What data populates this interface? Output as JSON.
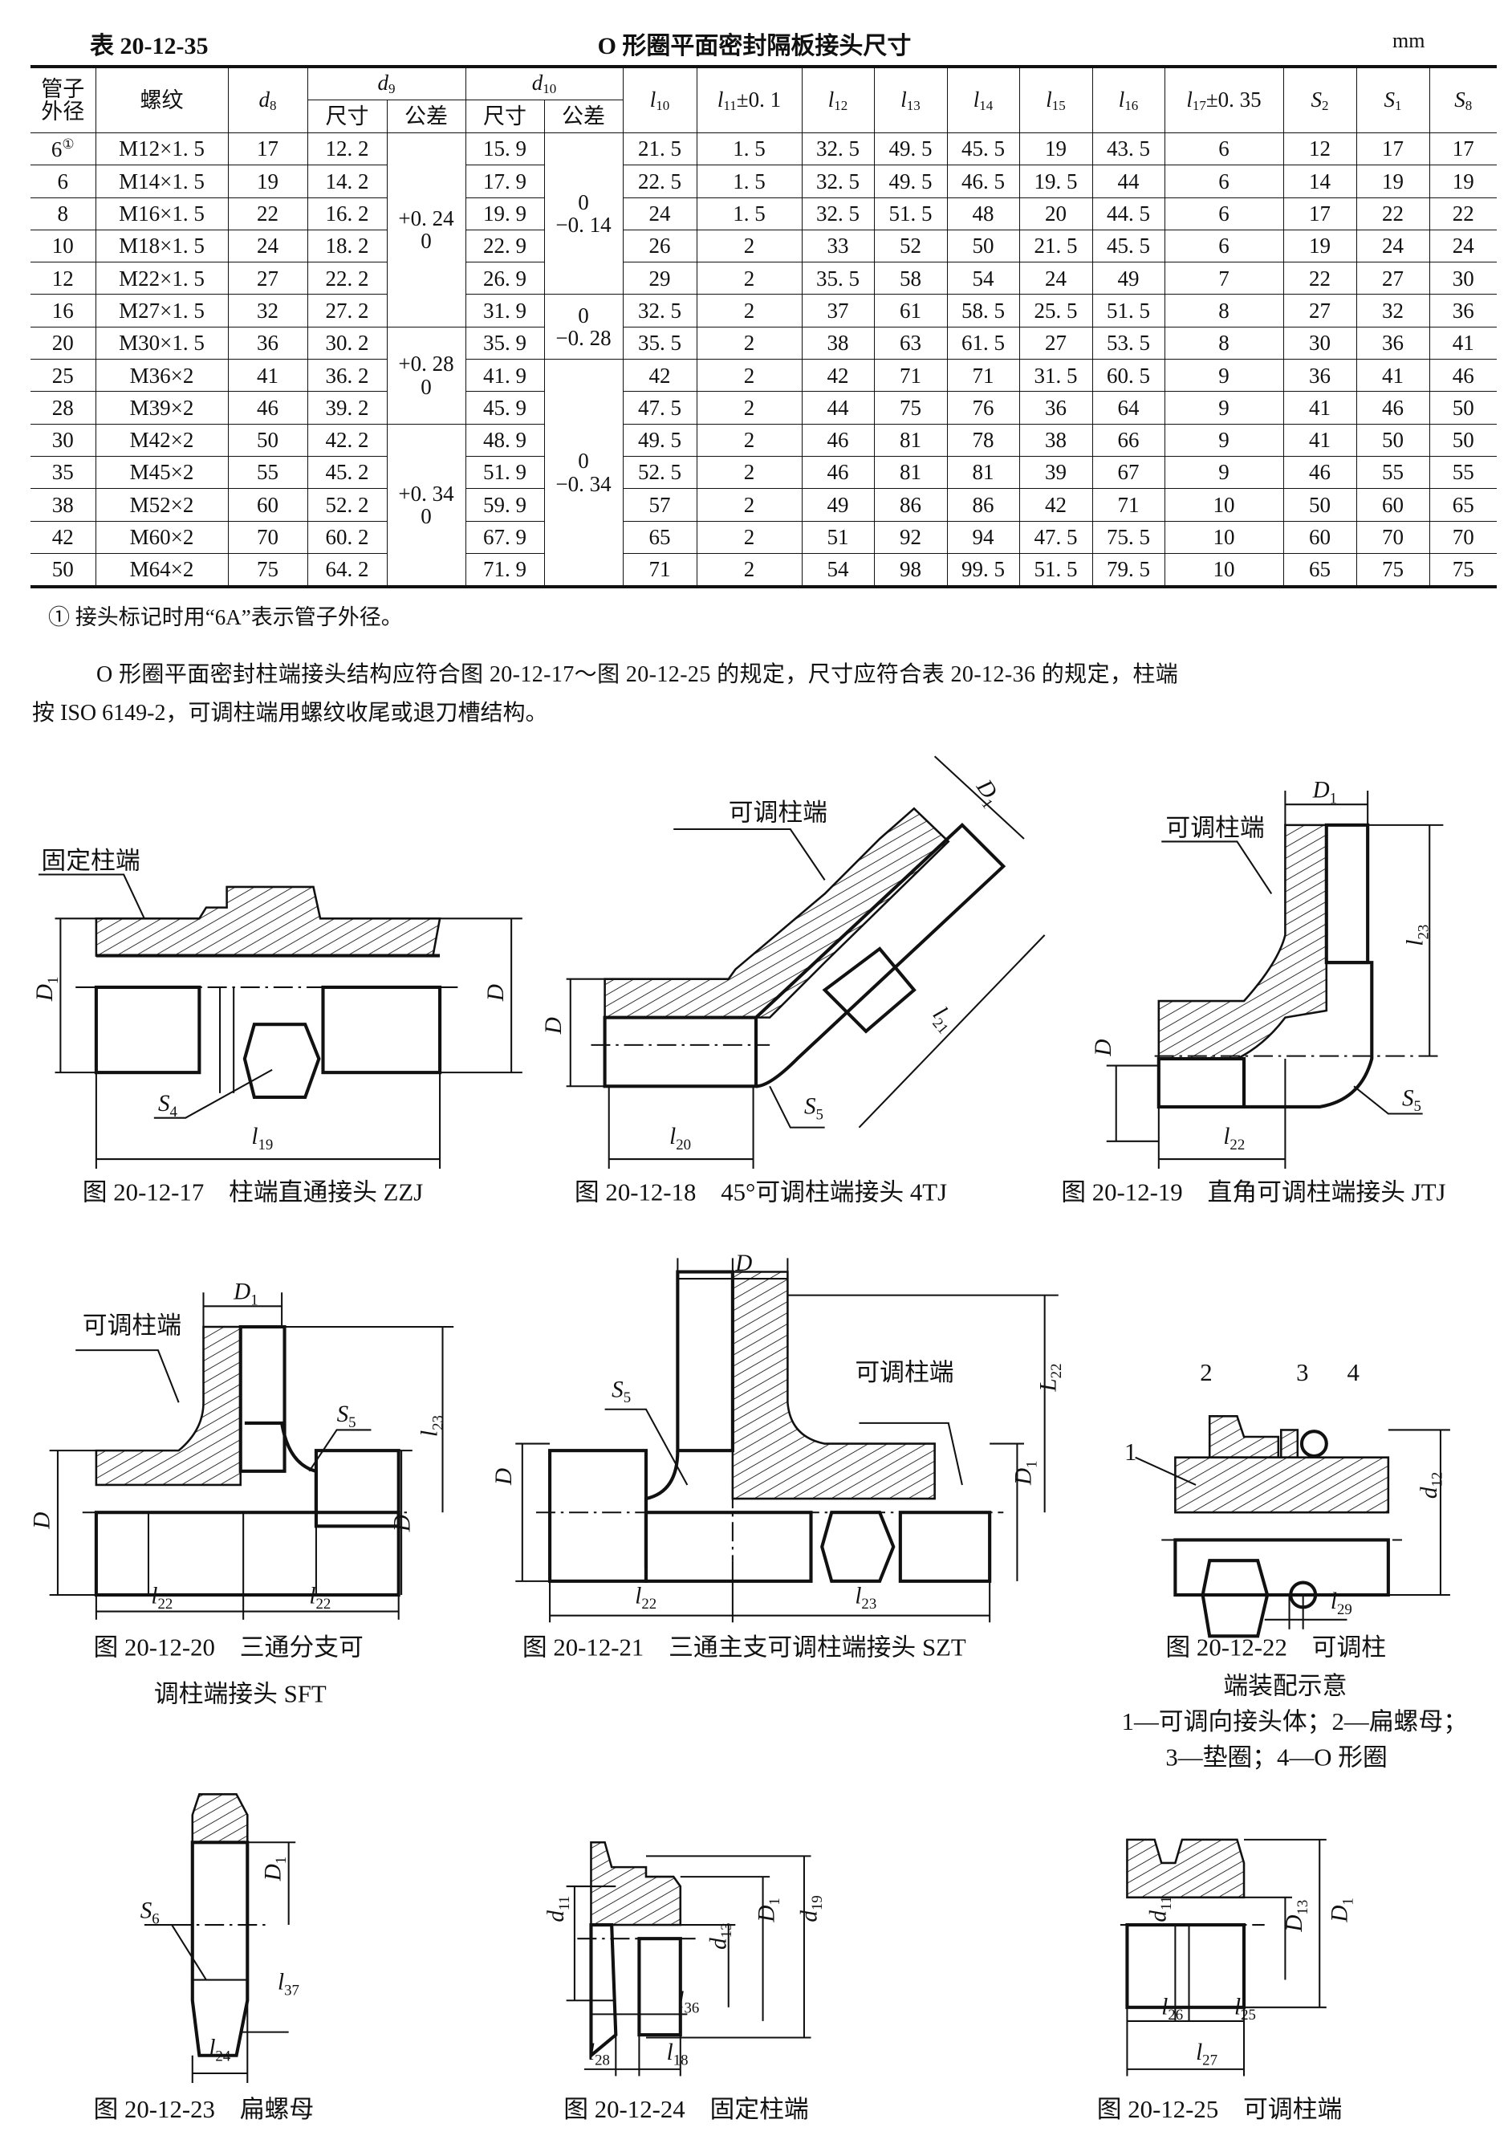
{
  "table": {
    "number": "表 20-12-35",
    "title": "O 形圈平面密封隔板接头尺寸",
    "unit": "mm",
    "header": {
      "pipe_od": [
        "管子",
        "外径"
      ],
      "thread": "螺纹",
      "d8": {
        "main": "d",
        "sub": "8"
      },
      "d9": {
        "main": "d",
        "sub": "9"
      },
      "d10": {
        "main": "d",
        "sub": "10"
      },
      "size": "尺寸",
      "tolerance": "公差",
      "l10": {
        "main": "l",
        "sub": "10"
      },
      "l11": {
        "main": "l",
        "sub": "11",
        "suffix": "±0. 1"
      },
      "l12": {
        "main": "l",
        "sub": "12"
      },
      "l13": {
        "main": "l",
        "sub": "13"
      },
      "l14": {
        "main": "l",
        "sub": "14"
      },
      "l15": {
        "main": "l",
        "sub": "15"
      },
      "l16": {
        "main": "l",
        "sub": "16"
      },
      "l17": {
        "main": "l",
        "sub": "17",
        "suffix": "±0. 35"
      },
      "S2": {
        "main": "S",
        "sub": "2"
      },
      "S1": {
        "main": "S",
        "sub": "1"
      },
      "S8": {
        "main": "S",
        "sub": "8"
      }
    },
    "d9_tolerance_groups": [
      {
        "count": 6,
        "upper": "+0. 24",
        "lower": "0"
      },
      {
        "count": 3,
        "upper": "+0. 28",
        "lower": "0"
      },
      {
        "count": 5,
        "upper": "+0. 34",
        "lower": "0"
      }
    ],
    "d10_tolerance_groups": [
      {
        "count": 5,
        "upper": "0",
        "lower": "−0. 14"
      },
      {
        "count": 2,
        "upper": "0",
        "lower": "−0. 28"
      },
      {
        "count": 7,
        "upper": "0",
        "lower": "−0. 34"
      }
    ],
    "rows": [
      {
        "od": "6",
        "od_note": "①",
        "thread": "M12×1. 5",
        "d8": "17",
        "d9": "12. 2",
        "d10": "15. 9",
        "l10": "21. 5",
        "l11": "1. 5",
        "l12": "32. 5",
        "l13": "49. 5",
        "l14": "45. 5",
        "l15": "19",
        "l16": "43. 5",
        "l17": "6",
        "S2": "12",
        "S1": "17",
        "S8": "17"
      },
      {
        "od": "6",
        "thread": "M14×1. 5",
        "d8": "19",
        "d9": "14. 2",
        "d10": "17. 9",
        "l10": "22. 5",
        "l11": "1. 5",
        "l12": "32. 5",
        "l13": "49. 5",
        "l14": "46. 5",
        "l15": "19. 5",
        "l16": "44",
        "l17": "6",
        "S2": "14",
        "S1": "19",
        "S8": "19"
      },
      {
        "od": "8",
        "thread": "M16×1. 5",
        "d8": "22",
        "d9": "16. 2",
        "d10": "19. 9",
        "l10": "24",
        "l11": "1. 5",
        "l12": "32. 5",
        "l13": "51. 5",
        "l14": "48",
        "l15": "20",
        "l16": "44. 5",
        "l17": "6",
        "S2": "17",
        "S1": "22",
        "S8": "22"
      },
      {
        "od": "10",
        "thread": "M18×1. 5",
        "d8": "24",
        "d9": "18. 2",
        "d10": "22. 9",
        "l10": "26",
        "l11": "2",
        "l12": "33",
        "l13": "52",
        "l14": "50",
        "l15": "21. 5",
        "l16": "45. 5",
        "l17": "6",
        "S2": "19",
        "S1": "24",
        "S8": "24"
      },
      {
        "od": "12",
        "thread": "M22×1. 5",
        "d8": "27",
        "d9": "22. 2",
        "d10": "26. 9",
        "l10": "29",
        "l11": "2",
        "l12": "35. 5",
        "l13": "58",
        "l14": "54",
        "l15": "24",
        "l16": "49",
        "l17": "7",
        "S2": "22",
        "S1": "27",
        "S8": "30"
      },
      {
        "od": "16",
        "thread": "M27×1. 5",
        "d8": "32",
        "d9": "27. 2",
        "d10": "31. 9",
        "l10": "32. 5",
        "l11": "2",
        "l12": "37",
        "l13": "61",
        "l14": "58. 5",
        "l15": "25. 5",
        "l16": "51. 5",
        "l17": "8",
        "S2": "27",
        "S1": "32",
        "S8": "36"
      },
      {
        "od": "20",
        "thread": "M30×1. 5",
        "d8": "36",
        "d9": "30. 2",
        "d10": "35. 9",
        "l10": "35. 5",
        "l11": "2",
        "l12": "38",
        "l13": "63",
        "l14": "61. 5",
        "l15": "27",
        "l16": "53. 5",
        "l17": "8",
        "S2": "30",
        "S1": "36",
        "S8": "41"
      },
      {
        "od": "25",
        "thread": "M36×2",
        "d8": "41",
        "d9": "36. 2",
        "d10": "41. 9",
        "l10": "42",
        "l11": "2",
        "l12": "42",
        "l13": "71",
        "l14": "71",
        "l15": "31. 5",
        "l16": "60. 5",
        "l17": "9",
        "S2": "36",
        "S1": "41",
        "S8": "46"
      },
      {
        "od": "28",
        "thread": "M39×2",
        "d8": "46",
        "d9": "39. 2",
        "d10": "45. 9",
        "l10": "47. 5",
        "l11": "2",
        "l12": "44",
        "l13": "75",
        "l14": "76",
        "l15": "36",
        "l16": "64",
        "l17": "9",
        "S2": "41",
        "S1": "46",
        "S8": "50"
      },
      {
        "od": "30",
        "thread": "M42×2",
        "d8": "50",
        "d9": "42. 2",
        "d10": "48. 9",
        "l10": "49. 5",
        "l11": "2",
        "l12": "46",
        "l13": "81",
        "l14": "78",
        "l15": "38",
        "l16": "66",
        "l17": "9",
        "S2": "41",
        "S1": "50",
        "S8": "50"
      },
      {
        "od": "35",
        "thread": "M45×2",
        "d8": "55",
        "d9": "45. 2",
        "d10": "51. 9",
        "l10": "52. 5",
        "l11": "2",
        "l12": "46",
        "l13": "81",
        "l14": "81",
        "l15": "39",
        "l16": "67",
        "l17": "9",
        "S2": "46",
        "S1": "55",
        "S8": "55"
      },
      {
        "od": "38",
        "thread": "M52×2",
        "d8": "60",
        "d9": "52. 2",
        "d10": "59. 9",
        "l10": "57",
        "l11": "2",
        "l12": "49",
        "l13": "86",
        "l14": "86",
        "l15": "42",
        "l16": "71",
        "l17": "10",
        "S2": "50",
        "S1": "60",
        "S8": "65"
      },
      {
        "od": "42",
        "thread": "M60×2",
        "d8": "70",
        "d9": "60. 2",
        "d10": "67. 9",
        "l10": "65",
        "l11": "2",
        "l12": "51",
        "l13": "92",
        "l14": "94",
        "l15": "47. 5",
        "l16": "75. 5",
        "l17": "10",
        "S2": "60",
        "S1": "70",
        "S8": "70"
      },
      {
        "od": "50",
        "thread": "M64×2",
        "d8": "75",
        "d9": "64. 2",
        "d10": "71. 9",
        "l10": "71",
        "l11": "2",
        "l12": "54",
        "l13": "98",
        "l14": "99. 5",
        "l15": "51. 5",
        "l16": "79. 5",
        "l17": "10",
        "S2": "65",
        "S1": "75",
        "S8": "75"
      }
    ],
    "footnote": "① 接头标记时用“6A”表示管子外径。"
  },
  "paragraph": {
    "line1": "O 形圈平面密封柱端接头结构应符合图 20-12-17～图 20-12-25 的规定，尺寸应符合表 20-12-36 的规定，柱端",
    "line2": "按 ISO 6149-2，可调柱端用螺纹收尾或退刀槽结构。"
  },
  "figures": {
    "fig17": {
      "caption": "图 20-12-17　柱端直通接头 ZZJ",
      "callout": "固定柱端",
      "labels": [
        {
          "main": "D",
          "sub": "1"
        },
        {
          "main": "D",
          "sub": ""
        },
        {
          "main": "S",
          "sub": "4"
        },
        {
          "main": "l",
          "sub": "19"
        }
      ]
    },
    "fig18": {
      "caption": "图 20-12-18　45°可调柱端接头 4TJ",
      "callout": "可调柱端",
      "labels": [
        {
          "main": "D",
          "sub": "1"
        },
        {
          "main": "l",
          "sub": "21"
        },
        {
          "main": "D",
          "sub": ""
        },
        {
          "main": "S",
          "sub": "5"
        },
        {
          "main": "l",
          "sub": "20"
        }
      ]
    },
    "fig19": {
      "caption": "图 20-12-19　直角可调柱端接头 JTJ",
      "callout": "可调柱端",
      "labels": [
        {
          "main": "D",
          "sub": "1"
        },
        {
          "main": "l",
          "sub": "23"
        },
        {
          "main": "D",
          "sub": ""
        },
        {
          "main": "S",
          "sub": "5"
        },
        {
          "main": "l",
          "sub": "22"
        }
      ]
    },
    "fig20": {
      "caption": [
        "图 20-12-20　三通分支可",
        "调柱端接头 SFT"
      ],
      "callout": "可调柱端",
      "labels": [
        {
          "main": "D",
          "sub": "1"
        },
        {
          "main": "S",
          "sub": "5"
        },
        {
          "main": "l",
          "sub": "23"
        },
        {
          "main": "D",
          "sub": ""
        },
        {
          "main": "D",
          "sub": ""
        },
        {
          "main": "l",
          "sub": "22"
        },
        {
          "main": "l",
          "sub": "22"
        }
      ]
    },
    "fig21": {
      "caption": "图 20-12-21　三通主支可调柱端接头 SZT",
      "callout": "可调柱端",
      "labels": [
        {
          "main": "D",
          "sub": ""
        },
        {
          "main": "S",
          "sub": "5"
        },
        {
          "main": "L",
          "sub": "22"
        },
        {
          "main": "D",
          "sub": ""
        },
        {
          "main": "D",
          "sub": "1"
        },
        {
          "main": "l",
          "sub": "22"
        },
        {
          "main": "l",
          "sub": "23"
        }
      ]
    },
    "fig22": {
      "caption": [
        "图 20-12-22　可调柱",
        "端装配示意"
      ],
      "legend": [
        "1—可调向接头体；2—扁螺母；",
        "3—垫圈；4—O 形圈"
      ],
      "parts": [
        "1",
        "2",
        "3",
        "4"
      ],
      "labels": [
        {
          "main": "d",
          "sub": "12"
        },
        {
          "main": "l",
          "sub": "29"
        }
      ]
    },
    "fig23": {
      "caption": "图 20-12-23　扁螺母",
      "labels": [
        {
          "main": "S",
          "sub": "6"
        },
        {
          "main": "D",
          "sub": "1"
        },
        {
          "main": "l",
          "sub": "37"
        },
        {
          "main": "l",
          "sub": "24"
        }
      ]
    },
    "fig24": {
      "caption": "图 20-12-24　固定柱端",
      "labels": [
        {
          "main": "d",
          "sub": "11"
        },
        {
          "main": "d",
          "sub": "13"
        },
        {
          "main": "D",
          "sub": "1"
        },
        {
          "main": "d",
          "sub": "19"
        },
        {
          "main": "l",
          "sub": "36"
        },
        {
          "main": "l",
          "sub": "28"
        },
        {
          "main": "l",
          "sub": "18"
        }
      ]
    },
    "fig25": {
      "caption": "图 20-12-25　可调柱端",
      "labels": [
        {
          "main": "d",
          "sub": "11"
        },
        {
          "main": "D",
          "sub": "13"
        },
        {
          "main": "D",
          "sub": "1"
        },
        {
          "main": "l",
          "sub": "26"
        },
        {
          "main": "l",
          "sub": "25"
        },
        {
          "main": "l",
          "sub": "27"
        }
      ]
    }
  }
}
